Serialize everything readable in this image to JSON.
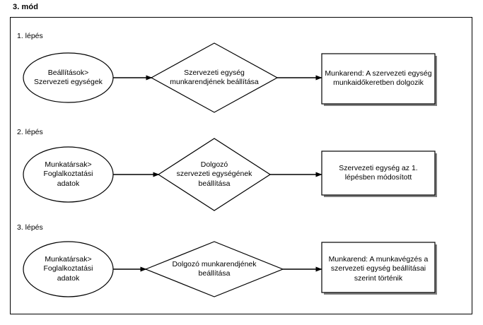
{
  "page_title": "3. mód",
  "colors": {
    "stroke": "#000000",
    "shadow": "#808080",
    "background": "#ffffff"
  },
  "diagram": {
    "type": "flowchart",
    "steps": [
      {
        "label": "1. lépés",
        "start": {
          "shape": "ellipse",
          "lines": [
            "Beállítások>",
            "Szervezeti egységek"
          ]
        },
        "decision": {
          "shape": "diamond",
          "lines": [
            "Szervezeti egység",
            "munkarendjének beállítása"
          ]
        },
        "result": {
          "shape": "rectangle",
          "lines": [
            "Munkarend: A szervezeti egység",
            "munkaidőkeretben dolgozik"
          ]
        }
      },
      {
        "label": "2. lépés",
        "start": {
          "shape": "ellipse",
          "lines": [
            "Munkatársak>",
            "Foglalkoztatási",
            "adatok"
          ]
        },
        "decision": {
          "shape": "diamond",
          "lines": [
            "Dolgozó",
            "szervezeti egységének",
            "beállítása"
          ]
        },
        "result": {
          "shape": "rectangle",
          "lines": [
            "Szervezeti egység az 1.",
            "lépésben módosított"
          ]
        }
      },
      {
        "label": "3. lépés",
        "start": {
          "shape": "ellipse",
          "lines": [
            "Munkatársak>",
            "Foglalkoztatási",
            "adatok"
          ]
        },
        "decision": {
          "shape": "diamond",
          "lines": [
            "Dolgozó munkarendjének",
            "beállítása"
          ]
        },
        "result": {
          "shape": "rectangle",
          "lines": [
            "Munkarend:  A munkavégzés a",
            "szervezeti egység beállításai",
            "szerint történik"
          ]
        }
      }
    ]
  }
}
